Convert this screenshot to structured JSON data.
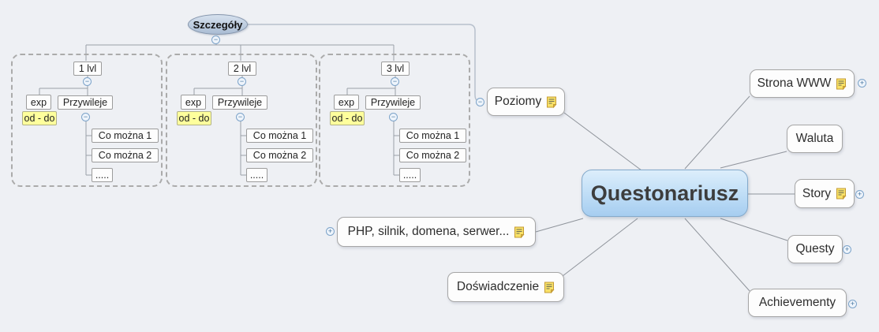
{
  "colors": {
    "background": "#eef0f4",
    "node_border": "#a6a6a6",
    "connector_gray": "#8f949b",
    "connector_blue_gray": "#b7c0cc",
    "boundary_dash": "#ababab",
    "central_fill_top": "#ddeefb",
    "central_fill_bottom": "#a6cdf0",
    "central_border": "#84aacb",
    "highlight_yellow": "#feff9c",
    "note_icon_yellow": "#f8e167",
    "toggle_blue": "#7ca3c9"
  },
  "glyphs": {
    "plus": "+",
    "minus": "−"
  },
  "central": {
    "label": "Questonariusz"
  },
  "detail_root": {
    "label": "Szczegóły"
  },
  "levels": [
    {
      "title": "1 lvl",
      "exp": "exp",
      "range": "od - do",
      "privileges": "Przywileje",
      "children": [
        "Co można 1",
        "Co można 2",
        "....."
      ]
    },
    {
      "title": "2 lvl",
      "exp": "exp",
      "range": "od - do",
      "privileges": "Przywileje",
      "children": [
        "Co można 1",
        "Co można 2",
        "....."
      ]
    },
    {
      "title": "3 lvl",
      "exp": "exp",
      "range": "od - do",
      "privileges": "Przywileje",
      "children": [
        "Co można 1",
        "Co można 2",
        "....."
      ]
    }
  ],
  "branches": {
    "poziomy": {
      "label": "Poziomy"
    },
    "strona_www": {
      "label": "Strona WWW"
    },
    "waluta": {
      "label": "Waluta"
    },
    "story": {
      "label": "Story"
    },
    "questy": {
      "label": "Questy"
    },
    "achievementy": {
      "label": "Achievementy"
    },
    "php": {
      "label": "PHP, silnik, domena, serwer..."
    },
    "doswiadczenie": {
      "label": "Doświadczenie"
    }
  }
}
